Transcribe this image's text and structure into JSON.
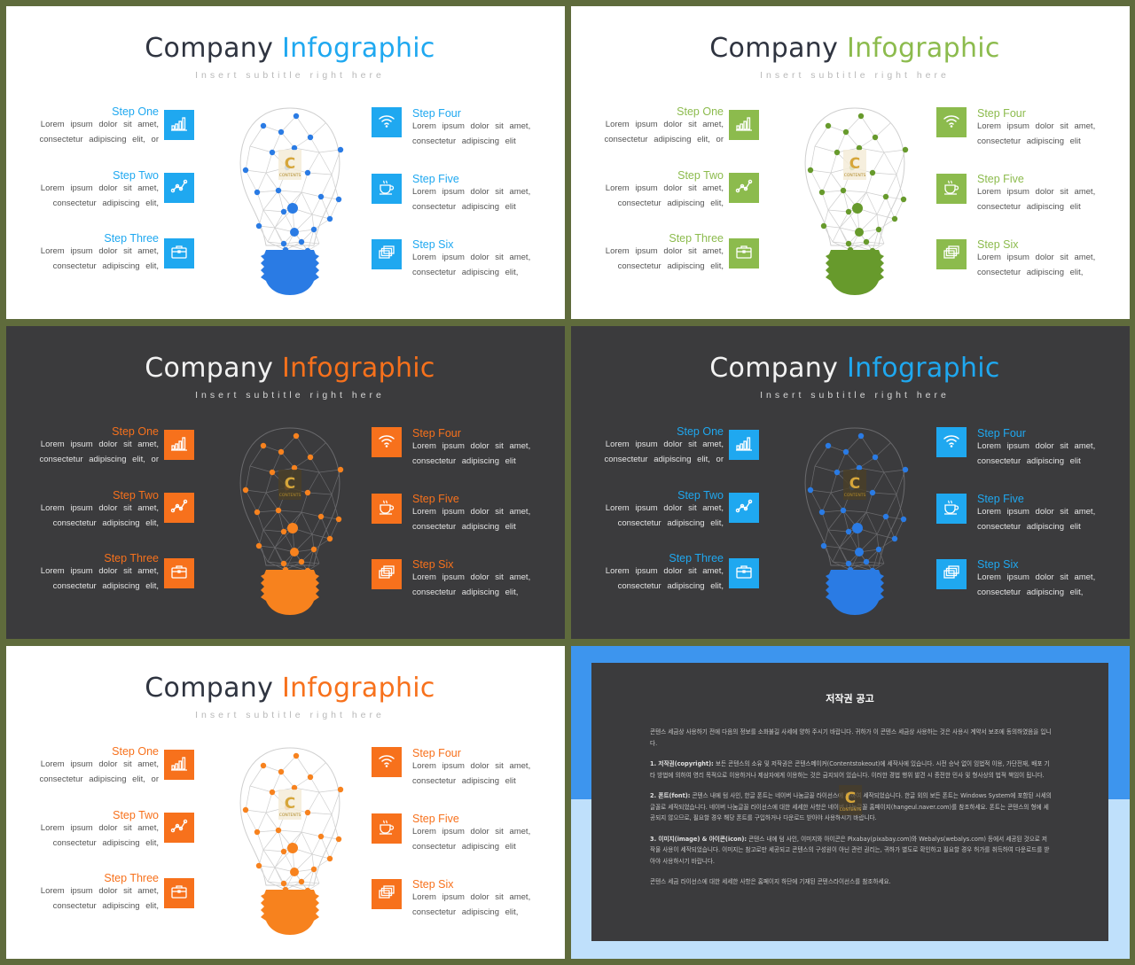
{
  "slides": [
    {
      "theme": "light",
      "accent": "#1fa8f0",
      "bulb": "#2a7be4",
      "dots": "#2a7be4"
    },
    {
      "theme": "light",
      "accent": "#8cbb4d",
      "bulb": "#679a2c",
      "dots": "#679a2c"
    },
    {
      "theme": "dark",
      "accent": "#f7711c",
      "bulb": "#f7821e",
      "dots": "#f7821e"
    },
    {
      "theme": "dark",
      "accent": "#1fa8f0",
      "bulb": "#2a7be4",
      "dots": "#2a7be4"
    },
    {
      "theme": "light",
      "accent": "#f7711c",
      "bulb": "#f7821e",
      "dots": "#f7821e"
    }
  ],
  "content": {
    "title_word1": "Company",
    "title_word2": "Infographic",
    "subtitle": "Insert subtitle right here",
    "steps": [
      {
        "name": "Step One",
        "desc": "Lorem ipsum dolor sit amet, consectetur adipiscing elit, or",
        "icon": "bar-chart-icon"
      },
      {
        "name": "Step Two",
        "desc": "Lorem ipsum dolor sit amet, consectetur adipiscing elit,",
        "icon": "line-chart-icon"
      },
      {
        "name": "Step Three",
        "desc": "Lorem ipsum dolor sit amet, consectetur adipiscing elit,",
        "icon": "briefcase-icon"
      },
      {
        "name": "Step Four",
        "desc": "Lorem ipsum dolor sit amet, consectetur adipiscing elit",
        "icon": "wifi-icon"
      },
      {
        "name": "Step Five",
        "desc": "Lorem ipsum dolor sit amet, consectetur adipiscing elit",
        "icon": "coffee-cup-icon"
      },
      {
        "name": "Step Six",
        "desc": "Lorem ipsum dolor sit amet, consectetur adipiscing elit,",
        "icon": "layers-icon"
      }
    ],
    "logo_mark": "C",
    "logo_text": "CONTENTS"
  },
  "notice": {
    "title": "저작권 공고",
    "intro": "콘텐스 세금상 사용하기 전에 다음의 정보를 소화불길 사세에 양하 주시기 바랍니다. 귀하가 이 콘텐스 세금상 사용하는 것은 사용시 계약서 보조에 동의하였음을 입니다.",
    "p1_label": "1. 저작권(copyright):",
    "p1_text": "보든 콘텐스의 소유 및 저작권은 콘텐스메이커(Contentstokeout)에 세작사에 있습니다. 시전 승낙 없이 임법적 이용, 가단전재, 배포 기타 방법에 의하여 영리 목적으로 이용하거나 제삼자에게 이용하는 것은 금지되어 있습니다. 이러한 경법 행위 발견 시 종전한 민사 및 형사상의 법적 책임이 됩니다.",
    "p2_label": "2. 폰트(font):",
    "p2_text": "콘텐스 내에 텀 사인, 한글 폰트는 네이버 나눔글꼴 라이선스에 의하여 세작되었습니다. 한글 외의 보든 폰트는 Windows System에 포함된 시세의 글꼴로 세작되었습니다. 네이버 나눔글꼴 라이선스에 대한 세세한 사항은 네이버 나눔글꼴 홈페이지(hangeul.naver.com)를 참조하세요. 폰트는 콘텐스의 형에 세공되지 않으므로, 필요할 경우 해당 폰트를 구입하거나 다운로드 받아야 사용하시기 바랍니다.",
    "p3_label": "3. 이미지(image) & 아이콘(icon):",
    "p3_text": "콘텐스 내에 텀 사인, 이미지와 아이콘은 Pixabay(pixabay.com)와 Webalys(webalys.com) 등에서 세공된 것으로 저작물 사용이 세작되었습니다. 이미지는 참고로만 세공되고 콘텐스의 구성원이 아닌 관련 권리는, 귀하가 별도로 확인하고 필요할 경우 허가를 취득하여 다운로드를 받아야 사용하시기 바랍니다.",
    "outro": "콘텐스 세금 라이선스에 대한 세세한 사항은 홈페이지 하단에 기재된 콘텐스라이선스를 참조하세요."
  }
}
